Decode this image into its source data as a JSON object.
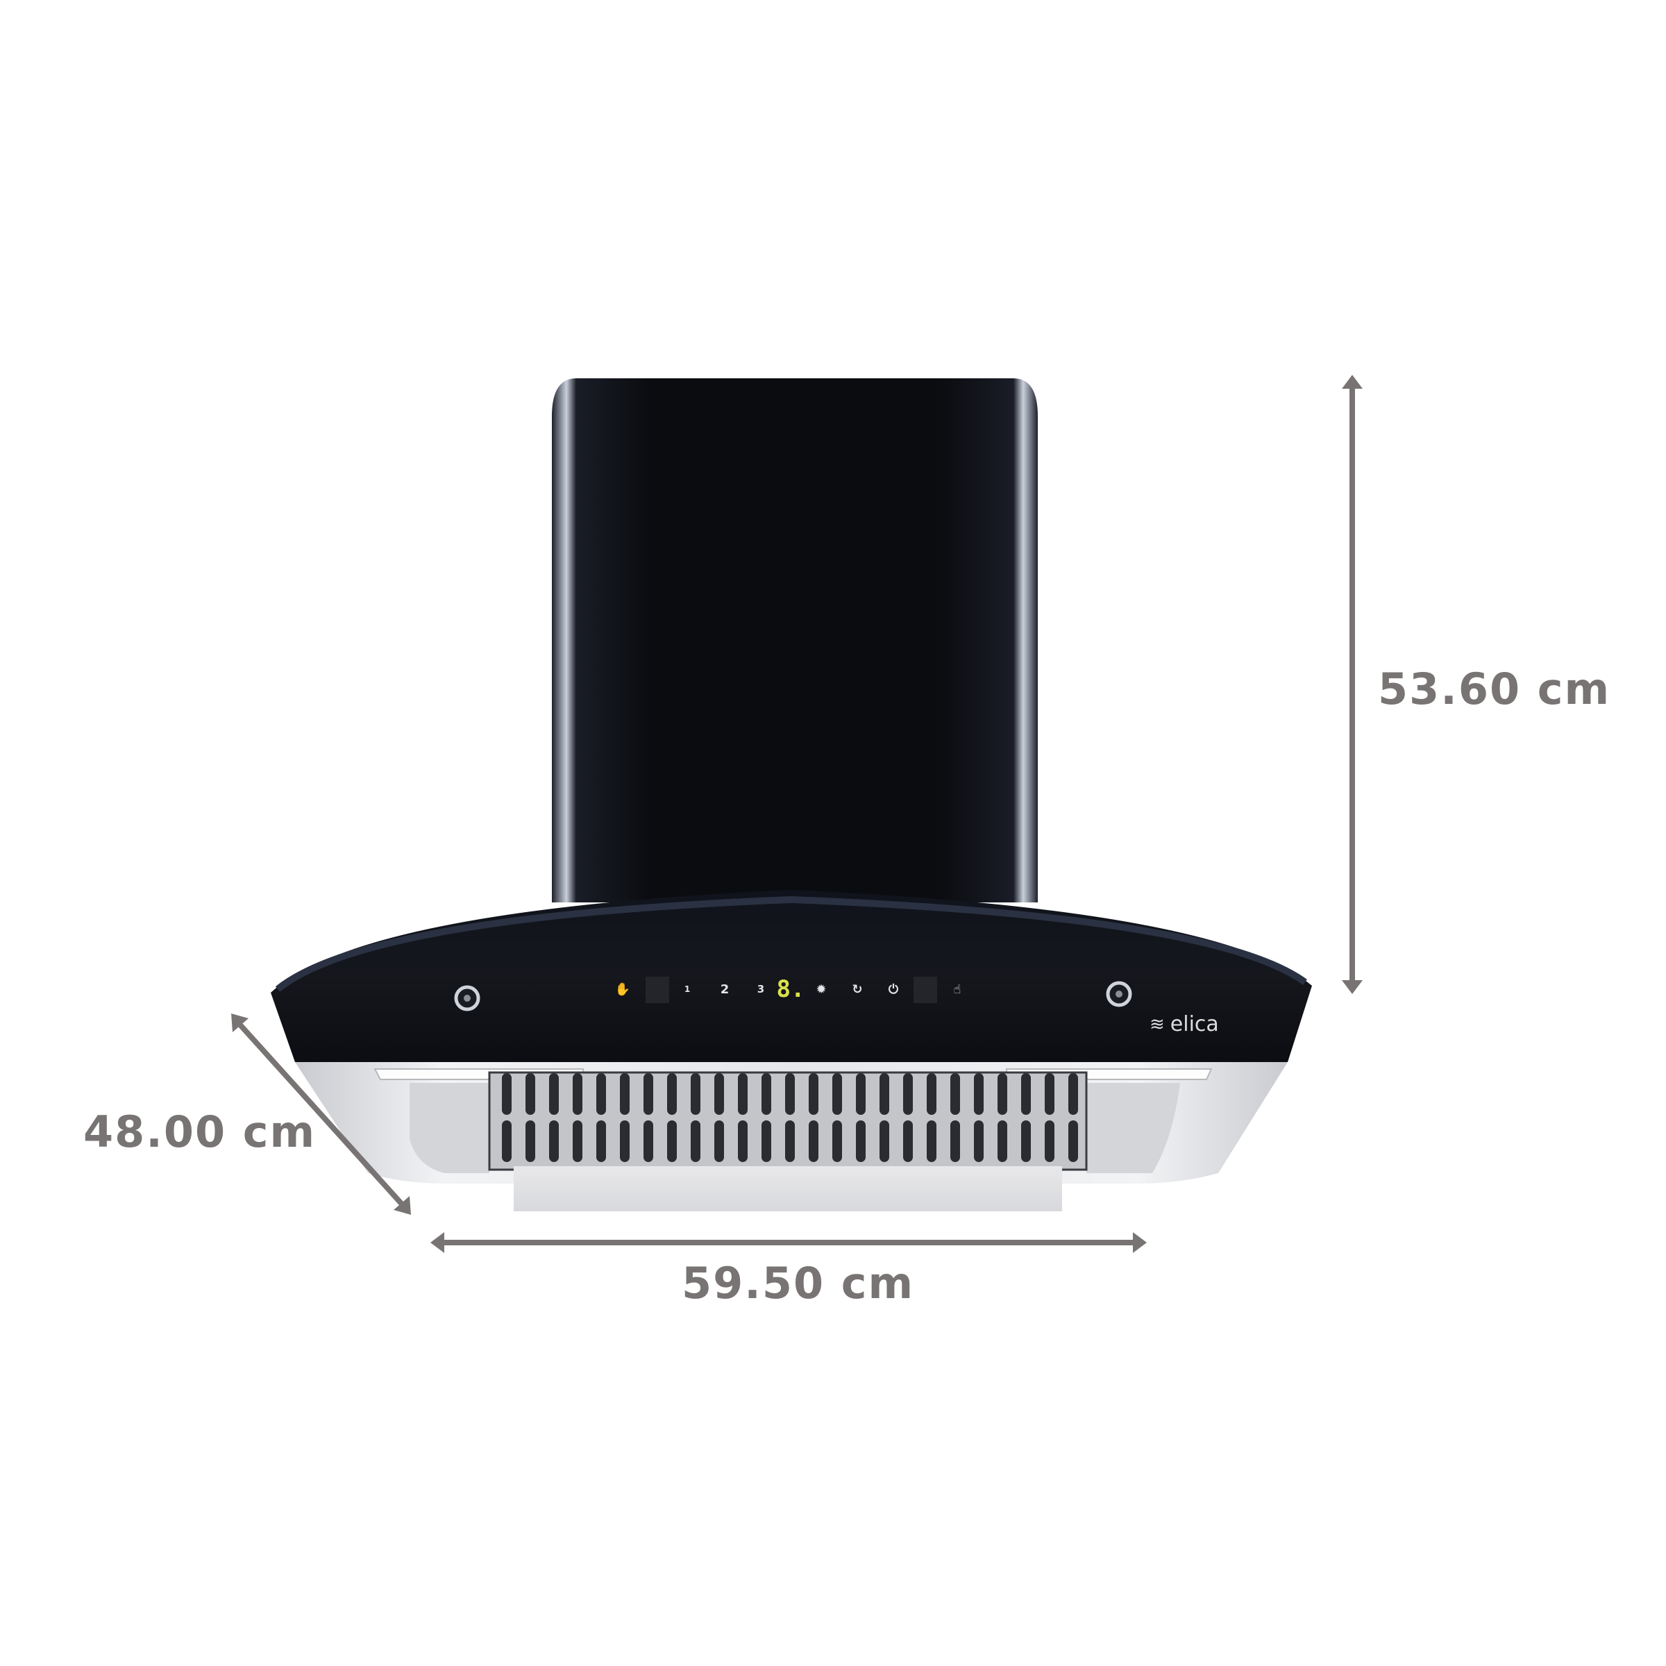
{
  "product": {
    "brand": "elica",
    "type": "chimney-hood",
    "colors": {
      "glass": "#0b0c10",
      "steel": "#e6e7ea",
      "dimension_line": "#787473",
      "display_digit": "#d9e24a"
    }
  },
  "dimensions": {
    "height": {
      "label": "53.60 cm",
      "value": 53.6,
      "unit": "cm"
    },
    "width": {
      "label": "59.50 cm",
      "value": 59.5,
      "unit": "cm"
    },
    "depth": {
      "label": "48.00 cm",
      "value": 48.0,
      "unit": "cm"
    }
  },
  "control_panel": {
    "left_gesture_icon": "hand-wave-icon",
    "speeds": [
      "1",
      "2",
      "3"
    ],
    "display_digit": "8.",
    "light_icon": "light-icon",
    "timer_icon": "timer-icon",
    "power_icon": "power-icon",
    "right_gesture_icon": "hand-gesture-icon",
    "light_glyph": "✹",
    "timer_glyph": "↻",
    "power_glyph": "⏻",
    "wave_glyph": "✋",
    "gesture_glyph": "☝"
  }
}
